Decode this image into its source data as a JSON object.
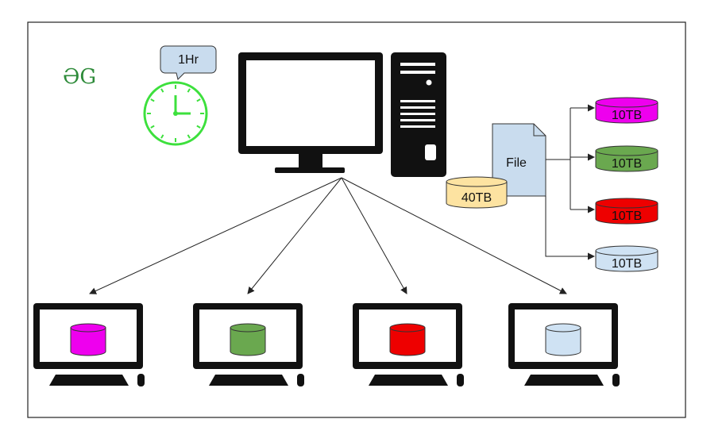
{
  "logo": {
    "text": "ƏG",
    "color": "#2e8b3a"
  },
  "timer": {
    "label": "1Hr",
    "bubble_color": "#c9dcee",
    "clock_color": "#3de03d"
  },
  "source": {
    "label": "File",
    "doc_color": "#c9dcee",
    "disk_label": "40TB",
    "disk_color": "#fde3a1"
  },
  "splits": [
    {
      "label": "10TB",
      "color": "#ee00ee"
    },
    {
      "label": "10TB",
      "color": "#6aa84f"
    },
    {
      "label": "10TB",
      "color": "#ee0000"
    },
    {
      "label": "10TB",
      "color": "#cfe2f3"
    }
  ],
  "clients": [
    {
      "disk_color": "#ee00ee"
    },
    {
      "disk_color": "#6aa84f"
    },
    {
      "disk_color": "#ee0000"
    },
    {
      "disk_color": "#cfe2f3"
    }
  ]
}
